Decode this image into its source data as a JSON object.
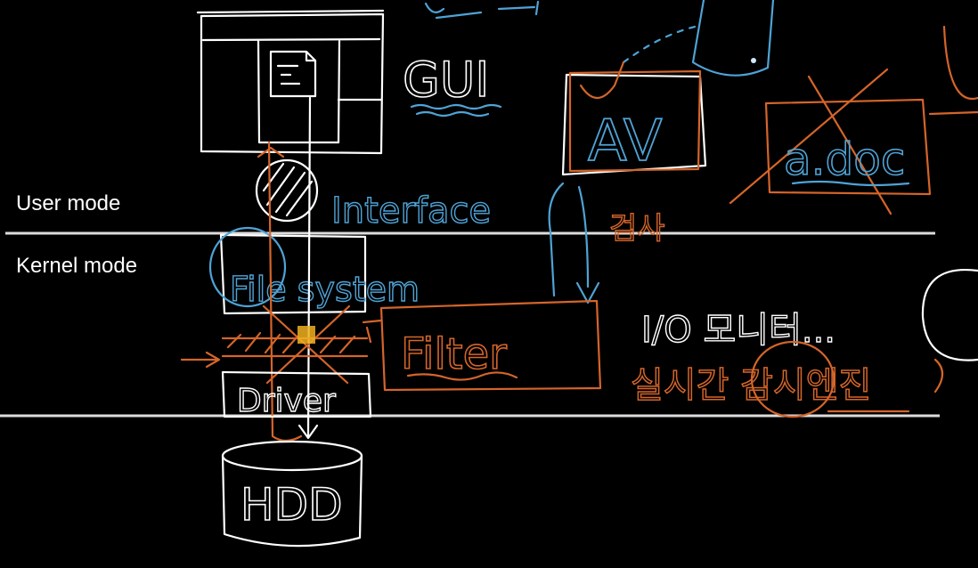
{
  "colors": {
    "background": "#000000",
    "white_ink": "#ffffff",
    "blue_ink": "#4fa3d6",
    "orange_ink": "#d4652a",
    "highlight": "#f0b020"
  },
  "modes": {
    "user": "User mode",
    "kernel": "Kernel mode"
  },
  "labels": {
    "gui": "GUI",
    "interface": "Interface",
    "av": "AV",
    "doc": "a.doc",
    "check_kr": "검사",
    "file_system": "File system",
    "filter": "Filter",
    "io_monitor": "I/O 모니터...",
    "realtime_engine": "실시간 감시엔진",
    "driver": "Driver",
    "hdd": "HDD"
  }
}
